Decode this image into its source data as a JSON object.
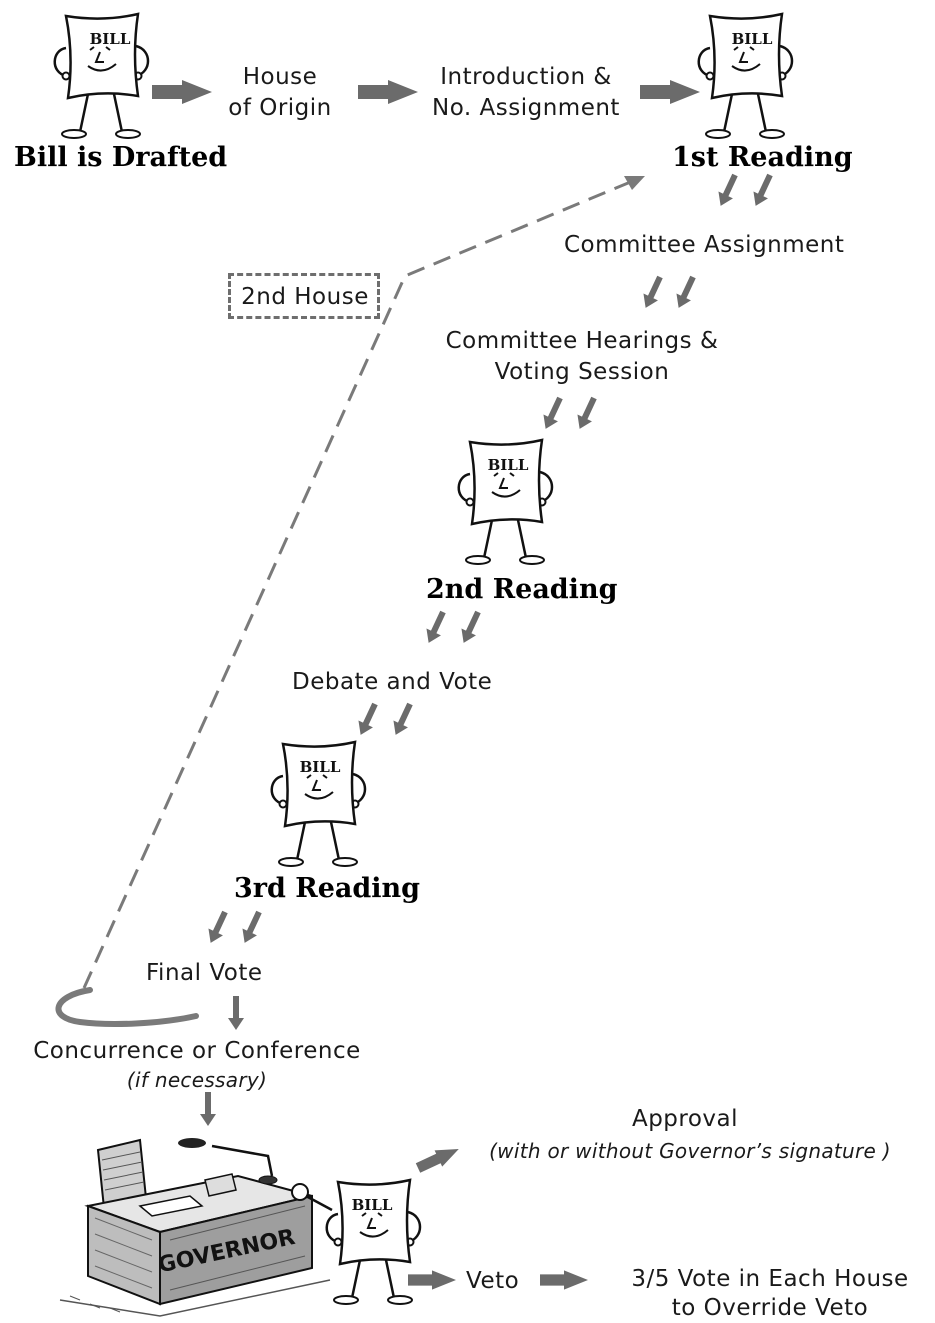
{
  "steps": {
    "bill_drafted": "Bill is Drafted",
    "house_origin_1": "House",
    "house_origin_2": "of Origin",
    "introduction_1": "Introduction &",
    "introduction_2": "No. Assignment",
    "first_reading": "1st Reading",
    "committee_assignment": "Committee Assignment",
    "committee_hearings_1": "Committee Hearings &",
    "committee_hearings_2": "Voting Session",
    "second_reading": "2nd Reading",
    "debate_vote": "Debate and Vote",
    "third_reading": "3rd Reading",
    "final_vote": "Final Vote",
    "concurrence": "Concurrence or Conference",
    "concurrence_note": "(if necessary)",
    "approval": "Approval",
    "approval_note": "(with or without Governor’s signature )",
    "veto": "Veto",
    "override_1": "3/5 Vote in Each House",
    "override_2": "to Override Veto"
  },
  "second_house": "2nd House",
  "bill_character_text": "BILL",
  "desk_text": "GOVERNOR",
  "colors": {
    "arrow": "#6b6b6b",
    "dashed_path": "#7a7a7a",
    "text": "#1a1a1a"
  }
}
